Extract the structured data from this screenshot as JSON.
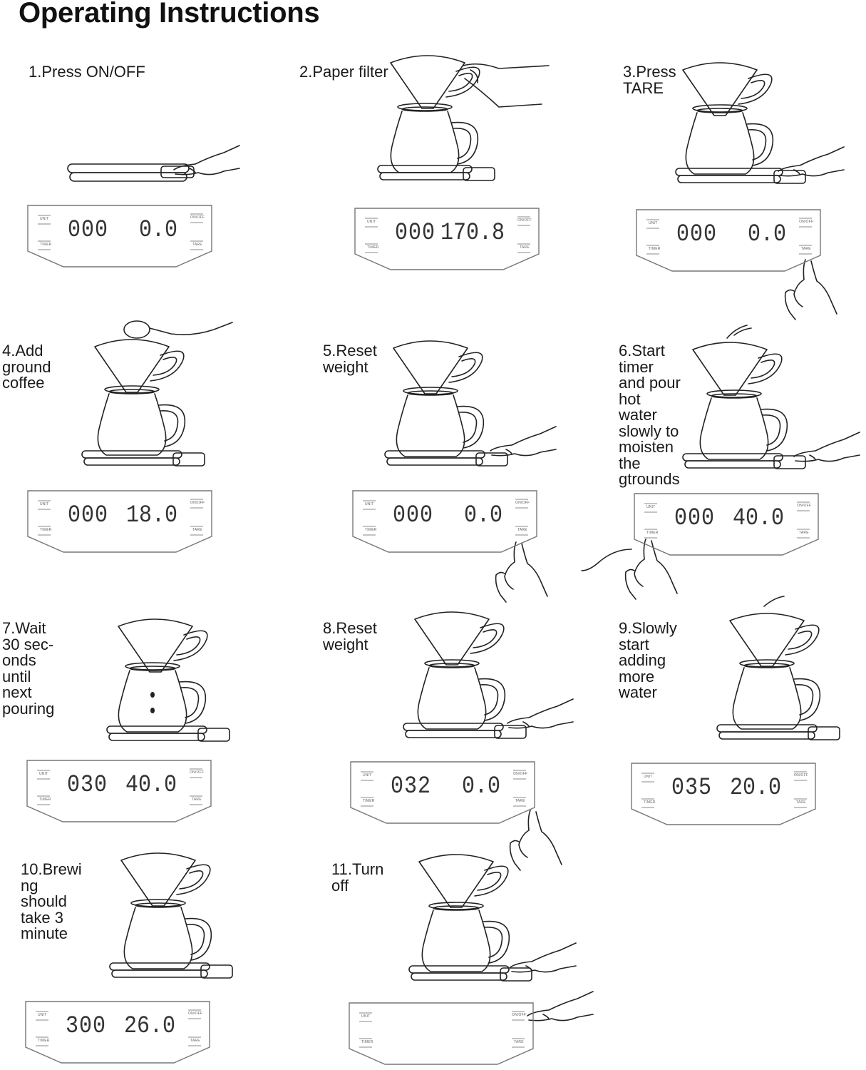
{
  "title": "Operating Instructions",
  "panel_buttons": {
    "unit": "UNIT",
    "timer": "TIMER",
    "onoff": "ON/OFF",
    "tare": "TARE"
  },
  "steps": [
    {
      "label": "1.Press ON/OFF",
      "time": "000",
      "weight": "0.0"
    },
    {
      "label": "2.Paper filter",
      "time": "000",
      "weight": "170.8"
    },
    {
      "label": "3.Press\nTARE",
      "time": "000",
      "weight": "0.0"
    },
    {
      "label": "4.Add\nground\ncoffee",
      "time": "000",
      "weight": "18.0"
    },
    {
      "label": "5.Reset\nweight",
      "time": "000",
      "weight": "0.0"
    },
    {
      "label": "6.Start\ntimer\nand pour\nhot\nwater\nslowly to\nmoisten\nthe\ngtrounds",
      "time": "000",
      "weight": "40.0"
    },
    {
      "label": "7.Wait\n30 sec-\nonds\nuntil\nnext\npouring",
      "time": "030",
      "weight": "40.0"
    },
    {
      "label": "8.Reset\nweight",
      "time": "032",
      "weight": "0.0"
    },
    {
      "label": "9.Slowly\nstart\nadding\nmore\nwater",
      "time": "035",
      "weight": "20.0"
    },
    {
      "label": "10.Brewi\nng\nshould\ntake 3\nminute",
      "time": "300",
      "weight": "26.0"
    },
    {
      "label": "11.Turn\noff",
      "time": "",
      "weight": ""
    }
  ]
}
